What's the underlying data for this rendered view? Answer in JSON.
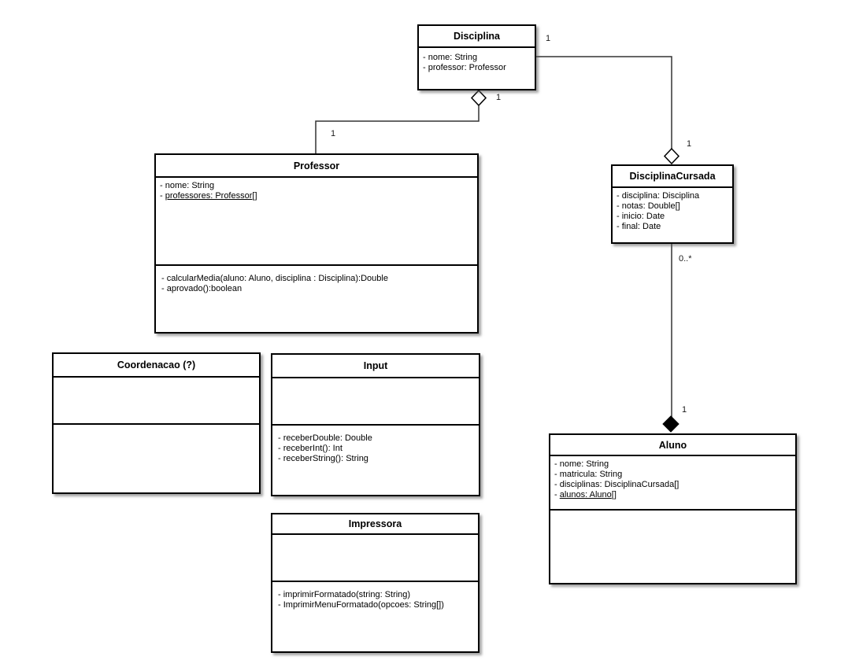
{
  "classes": {
    "disciplina": {
      "title": "Disciplina",
      "attributes": [
        "- nome: String",
        "- professor: Professor"
      ]
    },
    "professor": {
      "title": "Professor",
      "attributes": [
        "- nome: String"
      ],
      "static_attribute": {
        "prefix": "- ",
        "underlined": "professores: Professor",
        "suffix": "[]"
      },
      "methods": [
        "- calcularMedia(aluno: Aluno, disciplina : Disciplina):Double",
        "- aprovado():boolean"
      ]
    },
    "disciplina_cursada": {
      "title": "DisciplinaCursada",
      "attributes": [
        "- disciplina: Disciplina",
        "- notas: Double[]",
        "- inicio: Date",
        "- final: Date"
      ]
    },
    "coordenacao": {
      "title": "Coordenacao (?)"
    },
    "input": {
      "title": "Input",
      "methods": [
        "- receberDouble: Double",
        "- receberInt(): Int",
        "- receberString(): String"
      ]
    },
    "impressora": {
      "title": "Impressora",
      "methods": [
        "- imprimirFormatado(string: String)",
        "- ImprimirMenuFormatado(opcoes: String[])"
      ]
    },
    "aluno": {
      "title": "Aluno",
      "attributes": [
        "- nome: String",
        "- matricula: String",
        "- disciplinas: DisciplinaCursada[]"
      ],
      "static_attribute": {
        "prefix": "- ",
        "underlined": "alunos: Aluno",
        "suffix": "[]"
      }
    }
  },
  "multiplicities": {
    "disciplina_right": "1",
    "cursada_top": "1",
    "disciplina_bottom": "1",
    "professor_top": "1",
    "cursada_bottom": "0..*",
    "aluno_top": "1"
  },
  "colors": {
    "line": "#333333",
    "border": "#000000",
    "background": "#ffffff",
    "composition_fill": "#000000",
    "aggregation_fill": "#ffffff"
  }
}
